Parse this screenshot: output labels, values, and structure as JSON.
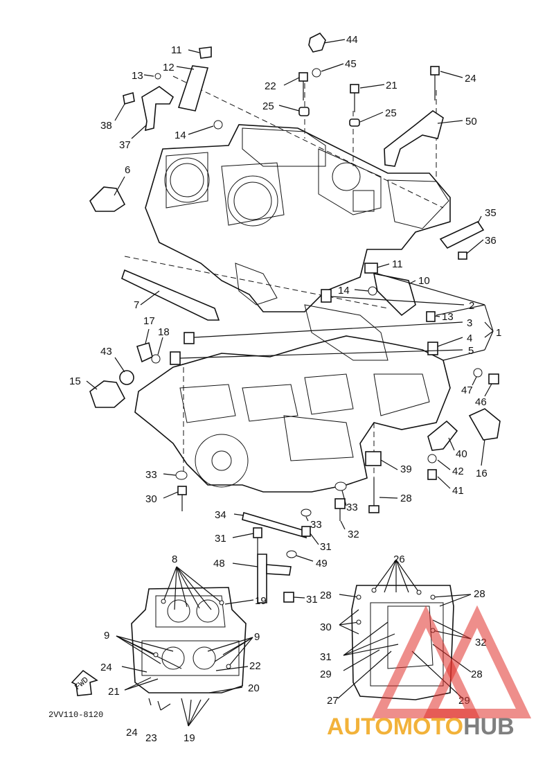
{
  "callouts": [
    {
      "id": "c-11-top",
      "text": "11"
    },
    {
      "id": "c-12",
      "text": "12"
    },
    {
      "id": "c-13-top",
      "text": "13"
    },
    {
      "id": "c-38",
      "text": "38"
    },
    {
      "id": "c-37",
      "text": "37"
    },
    {
      "id": "c-14-top",
      "text": "14"
    },
    {
      "id": "c-44",
      "text": "44"
    },
    {
      "id": "c-45",
      "text": "45"
    },
    {
      "id": "c-22-top",
      "text": "22"
    },
    {
      "id": "c-21",
      "text": "21"
    },
    {
      "id": "c-24-top",
      "text": "24"
    },
    {
      "id": "c-25-left",
      "text": "25"
    },
    {
      "id": "c-25-right",
      "text": "25"
    },
    {
      "id": "c-50",
      "text": "50"
    },
    {
      "id": "c-6",
      "text": "6"
    },
    {
      "id": "c-35",
      "text": "35"
    },
    {
      "id": "c-36",
      "text": "36"
    },
    {
      "id": "c-11-mid",
      "text": "11"
    },
    {
      "id": "c-10",
      "text": "10"
    },
    {
      "id": "c-14-mid",
      "text": "14"
    },
    {
      "id": "c-7",
      "text": "7"
    },
    {
      "id": "c-2",
      "text": "2"
    },
    {
      "id": "c-13-mid",
      "text": "13"
    },
    {
      "id": "c-3",
      "text": "3"
    },
    {
      "id": "c-4",
      "text": "4"
    },
    {
      "id": "c-1",
      "text": "1"
    },
    {
      "id": "c-5",
      "text": "5"
    },
    {
      "id": "c-17",
      "text": "17"
    },
    {
      "id": "c-18",
      "text": "18"
    },
    {
      "id": "c-43",
      "text": "43"
    },
    {
      "id": "c-15",
      "text": "15"
    },
    {
      "id": "c-47",
      "text": "47"
    },
    {
      "id": "c-46",
      "text": "46"
    },
    {
      "id": "c-40",
      "text": "40"
    },
    {
      "id": "c-16",
      "text": "16"
    },
    {
      "id": "c-39",
      "text": "39"
    },
    {
      "id": "c-42",
      "text": "42"
    },
    {
      "id": "c-41",
      "text": "41"
    },
    {
      "id": "c-33-left",
      "text": "33"
    },
    {
      "id": "c-30-left",
      "text": "30"
    },
    {
      "id": "c-33-mid",
      "text": "33"
    },
    {
      "id": "c-28-mid",
      "text": "28"
    },
    {
      "id": "c-34",
      "text": "34"
    },
    {
      "id": "c-33-low",
      "text": "33"
    },
    {
      "id": "c-32-mid",
      "text": "32"
    },
    {
      "id": "c-31-a",
      "text": "31"
    },
    {
      "id": "c-31-b",
      "text": "31"
    },
    {
      "id": "c-48",
      "text": "48"
    },
    {
      "id": "c-49",
      "text": "49"
    },
    {
      "id": "c-31-c",
      "text": "31"
    },
    {
      "id": "c-8",
      "text": "8"
    },
    {
      "id": "c-19-top",
      "text": "19"
    },
    {
      "id": "c-9-left",
      "text": "9"
    },
    {
      "id": "c-9-right",
      "text": "9"
    },
    {
      "id": "c-24-low",
      "text": "24"
    },
    {
      "id": "c-22-low",
      "text": "22"
    },
    {
      "id": "c-21-low",
      "text": "21"
    },
    {
      "id": "c-20",
      "text": "20"
    },
    {
      "id": "c-24-bottom",
      "text": "24"
    },
    {
      "id": "c-23",
      "text": "23"
    },
    {
      "id": "c-19-bottom",
      "text": "19"
    },
    {
      "id": "c-26",
      "text": "26"
    },
    {
      "id": "c-28-a",
      "text": "28"
    },
    {
      "id": "c-28-b",
      "text": "28"
    },
    {
      "id": "c-30-right",
      "text": "30"
    },
    {
      "id": "c-32-right",
      "text": "32"
    },
    {
      "id": "c-31-right",
      "text": "31"
    },
    {
      "id": "c-29-a",
      "text": "29"
    },
    {
      "id": "c-28-c",
      "text": "28"
    },
    {
      "id": "c-27",
      "text": "27"
    },
    {
      "id": "c-29-b",
      "text": "29"
    }
  ],
  "arrow_label": "FWD",
  "drawing_code": "2VV110-8120",
  "watermark": {
    "brand_part1": "AUTOMOTO",
    "brand_part2": "HUB",
    "color_accent": "#f2b23a",
    "color_red": "#e0312b",
    "color_gray": "#7f7f7f"
  }
}
